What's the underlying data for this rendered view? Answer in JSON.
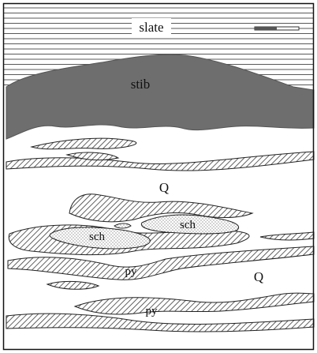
{
  "labels": {
    "slate": "slate",
    "stib": "stib",
    "q_upper": "Q",
    "q_lower": "Q",
    "sch_left": "sch",
    "sch_right": "sch",
    "py_upper": "py",
    "py_lower": "py"
  },
  "colors": {
    "stibnite": "#6e6e6e",
    "hatch": "#3a3a3a",
    "stipple": "#2a2a2a",
    "ink": "#111111",
    "paper": "#ffffff"
  }
}
